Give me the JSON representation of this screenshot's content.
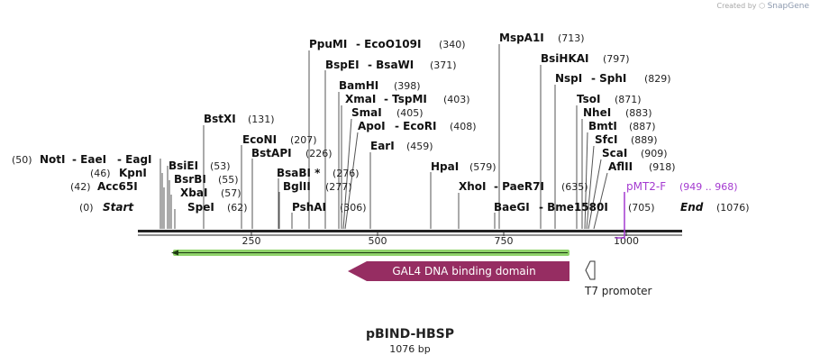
{
  "app": {
    "credit_prefix": "Created by",
    "credit_brand": "SnapGene"
  },
  "map": {
    "name": "pBIND-HBSP",
    "length_label": "1076 bp",
    "length_bp": 1076,
    "ruler_ticks": [
      "250",
      "500",
      "750",
      "1000"
    ],
    "start_label": "Start",
    "start_pos": "(0)",
    "end_label": "End",
    "end_pos": "(1076)"
  },
  "sites": [
    {
      "names": [
        "NotI",
        "EaeI",
        "EagI"
      ],
      "pos": 50
    },
    {
      "names": [
        "KpnI"
      ],
      "pos": 46
    },
    {
      "names": [
        "Acc65I"
      ],
      "pos": 42
    },
    {
      "names": [
        "BsiEI"
      ],
      "pos": 53
    },
    {
      "names": [
        "BsrBI"
      ],
      "pos": 55
    },
    {
      "names": [
        "XbaI"
      ],
      "pos": 57
    },
    {
      "names": [
        "SpeI"
      ],
      "pos": 62
    },
    {
      "names": [
        "BstXI"
      ],
      "pos": 131
    },
    {
      "names": [
        "EcoNI"
      ],
      "pos": 207
    },
    {
      "names": [
        "BstAPI"
      ],
      "pos": 226
    },
    {
      "names": [
        "PpuMI",
        "EcoO109I"
      ],
      "pos": 340
    },
    {
      "names": [
        "BspEI",
        "BsaWI"
      ],
      "pos": 371
    },
    {
      "names": [
        "BsaBI *"
      ],
      "pos": 276
    },
    {
      "names": [
        "BglII"
      ],
      "pos": 277
    },
    {
      "names": [
        "PshAI"
      ],
      "pos": 306
    },
    {
      "names": [
        "BamHI"
      ],
      "pos": 398
    },
    {
      "names": [
        "XmaI",
        "TspMI"
      ],
      "pos": 403
    },
    {
      "names": [
        "SmaI"
      ],
      "pos": 405
    },
    {
      "names": [
        "ApoI",
        "EcoRI"
      ],
      "pos": 408
    },
    {
      "names": [
        "EarI"
      ],
      "pos": 459
    },
    {
      "names": [
        "HpaI"
      ],
      "pos": 579
    },
    {
      "names": [
        "XhoI",
        "PaeR7I"
      ],
      "pos": 635
    },
    {
      "names": [
        "MspA1I"
      ],
      "pos": 713
    },
    {
      "names": [
        "BaeGI",
        "Bme1580I"
      ],
      "pos": 705
    },
    {
      "names": [
        "BsiHKAI"
      ],
      "pos": 797
    },
    {
      "names": [
        "NspI",
        "SphI"
      ],
      "pos": 829
    },
    {
      "names": [
        "TsoI"
      ],
      "pos": 871
    },
    {
      "names": [
        "NheI"
      ],
      "pos": 883
    },
    {
      "names": [
        "BmtI"
      ],
      "pos": 887
    },
    {
      "names": [
        "SfcI"
      ],
      "pos": 889
    },
    {
      "names": [
        "ScaI"
      ],
      "pos": 909
    },
    {
      "names": [
        "AflII"
      ],
      "pos": 918
    }
  ],
  "primer": {
    "name": "pMT2-F",
    "range": "(949 .. 968)",
    "color": "#a43ad0"
  },
  "features": [
    {
      "label": "GAL4 DNA binding domain",
      "color": "#962d62",
      "direction": "reverse"
    },
    {
      "label": "T7 promoter",
      "color": "#ffffff",
      "direction": "reverse"
    }
  ],
  "orf": {
    "color": "#8fd36a",
    "direction": "reverse"
  },
  "colors": {
    "text": "#111111",
    "position": "#222222",
    "line": "#333333",
    "backbone": "#222222"
  }
}
